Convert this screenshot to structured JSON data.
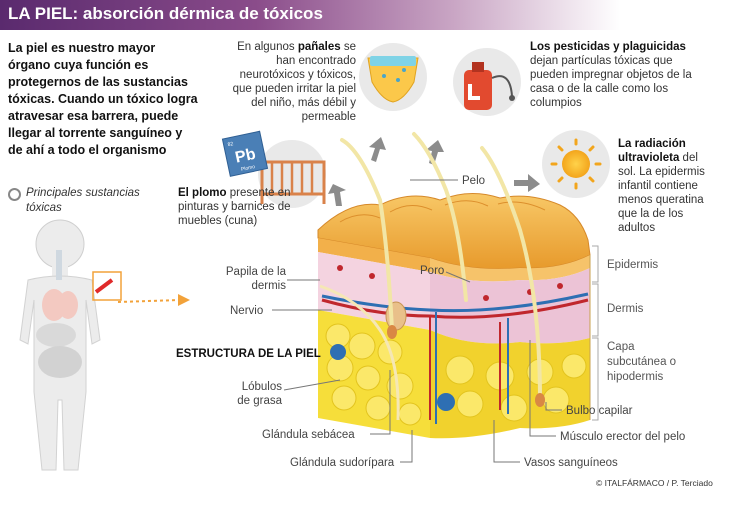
{
  "header": {
    "title_bold": "LA PIEL:",
    "title_rest": " absorción dérmica de tóxicos"
  },
  "intro": "La piel es nuestro mayor órgano cuya función es protegernos de las sustancias tóxicas. Cuando un tóxico logra atravesar esa barrera, puede llegar al torrente sanguíneo y de ahí a todo el organismo",
  "legend": {
    "label": "Principales sustancias tóxicas"
  },
  "callouts": {
    "panales": {
      "pre": "En algunos ",
      "bold": "pañales",
      "post": " se han encontrado neurotóxicos y tóxicos, que pueden irritar la piel del niño, más débil y permeable"
    },
    "pesticidas": {
      "bold": "Los pesticidas y plaguicidas",
      "post": " dejan partículas tóxicas que pueden impregnar objetos de la casa o de la calle como los columpios"
    },
    "radiacion": {
      "bold": "La radiación ultravioleta",
      "post": " del sol. La epidermis infantil contiene menos queratina que la de los adultos"
    },
    "plomo": {
      "bold": "El plomo",
      "post": " presente en pinturas y barnices de muebles (cuna)"
    }
  },
  "pb_icon": {
    "symbol": "Pb",
    "small": "Plomo",
    "number": "82"
  },
  "diagram": {
    "title": "ESTRUCTURA DE LA PIEL",
    "labels": {
      "pelo": "Pelo",
      "poro": "Poro",
      "papila": "Papila de la dermis",
      "nervio": "Nervio",
      "lobulos": "Lóbulos de grasa",
      "sebacea": "Glándula sebácea",
      "sudoripara": "Glándula sudorípara",
      "vasos": "Vasos sanguíneos",
      "musculo": "Músculo erector del pelo",
      "bulbo": "Bulbo capilar"
    },
    "layers": {
      "epidermis": "Epidermis",
      "dermis": "Dermis",
      "subcutanea": "Capa subcutánea o hipodermis"
    }
  },
  "credit": "© ITALFÁRMACO / P. Terciado",
  "colors": {
    "title_bar": "#6b3a7c",
    "epidermis": "#f2b04a",
    "dermis": "#f4d3e0",
    "fat": "#f6de3a",
    "vessel_red": "#c0272d",
    "vessel_blue": "#2e6fb3",
    "arrow": "#8c8c8c"
  }
}
